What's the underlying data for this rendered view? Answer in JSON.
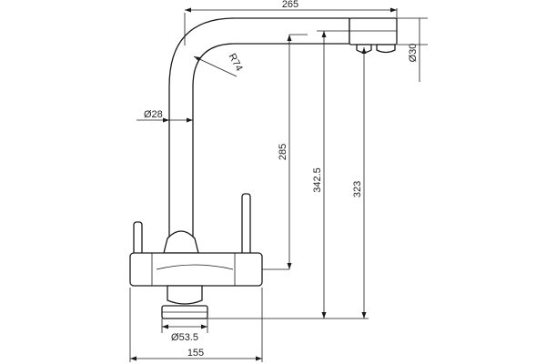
{
  "dimensions": {
    "reach": "265",
    "spout_tip_diameter": "Ø30",
    "bend_radius": "R74",
    "tube_diameter": "Ø28",
    "outlet_height": "285",
    "total_height": "342.5",
    "spout_height": "323",
    "base_diameter": "Ø53.5",
    "body_width": "155"
  }
}
